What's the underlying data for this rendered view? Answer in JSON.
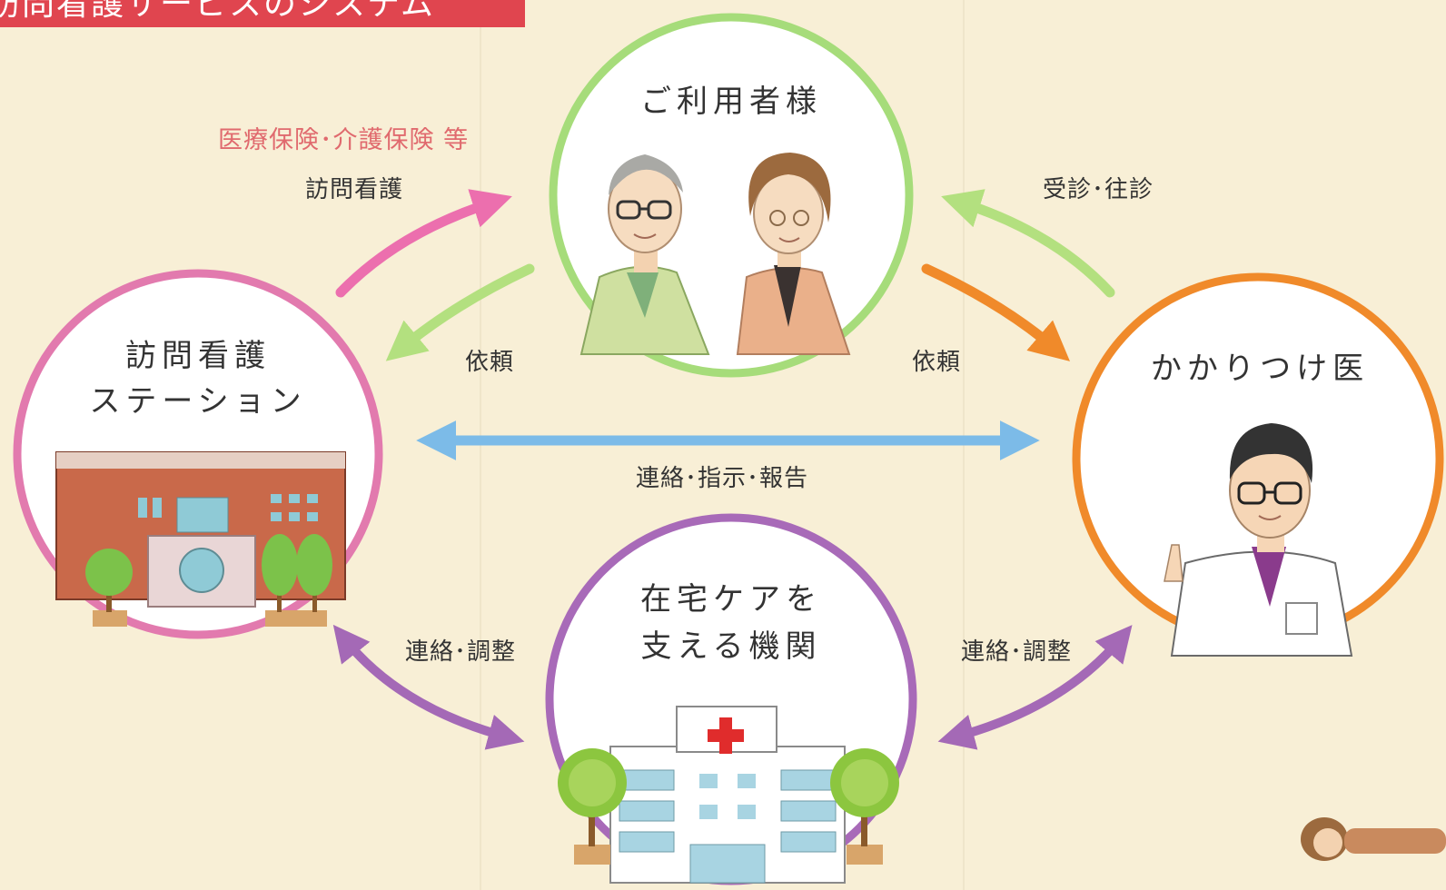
{
  "banner": {
    "title": "訪問看護サービスのシステム"
  },
  "nodes": {
    "user": {
      "title": "ご利用者様",
      "color": "#a6dc7a"
    },
    "station": {
      "title_line1": "訪問看護",
      "title_line2": "ステーション",
      "color": "#e27aae"
    },
    "doctor": {
      "title": "かかりつけ医",
      "color": "#f08a2a"
    },
    "homecare": {
      "title_line1": "在宅ケアを",
      "title_line2": "支える機関",
      "color": "#a86ab8"
    }
  },
  "edges": {
    "insurance_note": "医療保険･介護保険 等",
    "station_to_user": "訪問看護",
    "user_to_station": "依頼",
    "doctor_to_user": "受診･往診",
    "user_to_doctor": "依頼",
    "station_doctor": "連絡･指示･報告",
    "station_homecare": "連絡･調整",
    "doctor_homecare": "連絡･調整"
  },
  "arrow_colors": {
    "pink": "#ec6fae",
    "green": "#b3e07f",
    "orange": "#f08a2a",
    "blue": "#7cbbe8",
    "purple": "#a469b6"
  }
}
